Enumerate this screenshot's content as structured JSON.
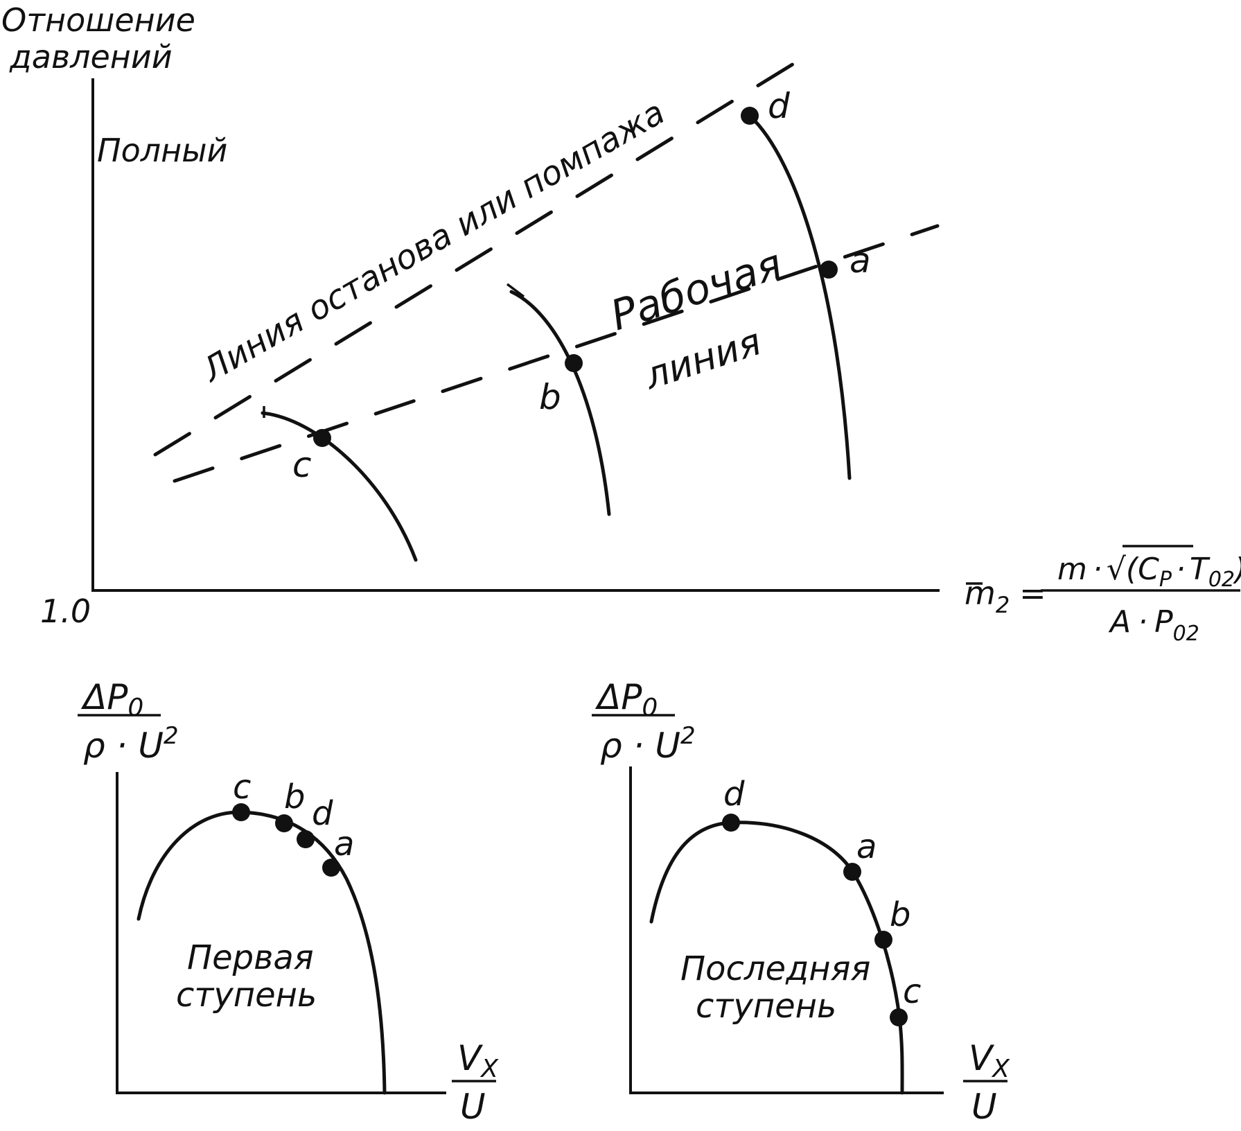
{
  "main_map": {
    "y_axis_label_line1": "Отношение",
    "y_axis_label_line2": "давлений",
    "y_axis_sublabel": "Полный",
    "origin_label": "1.0",
    "surge_line_label": "Линия останова или помпажа",
    "operating_line_label_line1": "Рабочая",
    "operating_line_label_line2": "линия",
    "x_axis_formula": {
      "lhs_symbol": "m",
      "lhs_subscript": "2",
      "equals": "=",
      "numerator_m": "m",
      "numerator_dot": "·",
      "numerator_sqrt": "√",
      "numerator_open": "(",
      "numerator_cp": "C",
      "numerator_cp_sub": "P",
      "numerator_t": "T",
      "numerator_t_sub": "02",
      "numerator_close": ")",
      "denominator_a": "A",
      "denominator_dot": "·",
      "denominator_p": "P",
      "denominator_p_sub": "02"
    },
    "points": [
      {
        "label": "a"
      },
      {
        "label": "b"
      },
      {
        "label": "c"
      },
      {
        "label": "d"
      }
    ]
  },
  "stage_axis": {
    "y_numerator": "ΔP",
    "y_numerator_sub": "0",
    "y_denominator": "ρ · U",
    "y_denominator_sup": "2",
    "x_numerator": "V",
    "x_numerator_sub": "X",
    "x_denominator": "U"
  },
  "first_stage": {
    "title_line1": "Первая",
    "title_line2": "ступень",
    "points": [
      {
        "label": "c"
      },
      {
        "label": "b"
      },
      {
        "label": "d"
      },
      {
        "label": "a"
      }
    ]
  },
  "last_stage": {
    "title_line1": "Последняя",
    "title_line2": "ступень",
    "points": [
      {
        "label": "d"
      },
      {
        "label": "a"
      },
      {
        "label": "b"
      },
      {
        "label": "c"
      }
    ]
  }
}
